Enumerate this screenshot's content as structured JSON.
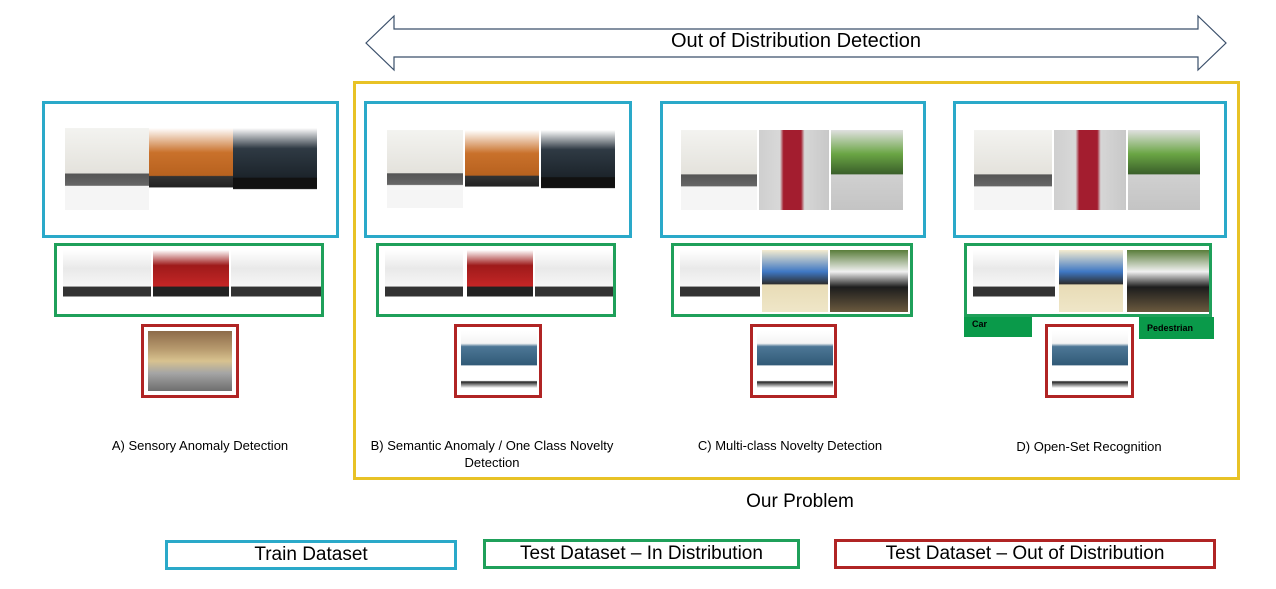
{
  "header": {
    "ood_label": "Out of Distribution Detection"
  },
  "panels": [
    {
      "caption": "A) Sensory Anomaly Detection"
    },
    {
      "caption": "B) Semantic Anomaly / One Class Novelty Detection"
    },
    {
      "caption": "C) Multi-class Novelty Detection"
    },
    {
      "caption": "D) Open-Set Recognition"
    }
  ],
  "tags": {
    "car": "Car",
    "pedestrian": "Pedestrian"
  },
  "problem_label": "Our Problem",
  "legend": {
    "train": "Train Dataset",
    "test_in": "Test Dataset – In Distribution",
    "test_out": "Test Dataset – Out of Distribution"
  },
  "colors": {
    "train": "#2aa9c9",
    "test_in": "#1fa05a",
    "test_out": "#b02424",
    "problem": "#e8c226"
  }
}
